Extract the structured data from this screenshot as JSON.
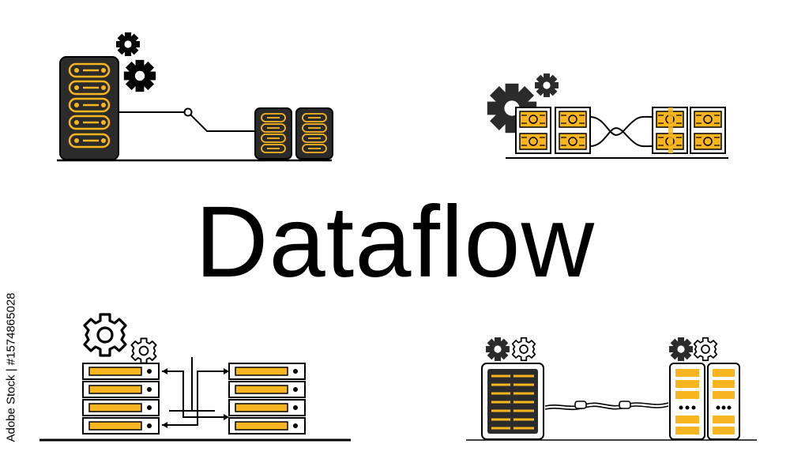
{
  "title": "Dataflow",
  "stock_id": "Adobe Stock | #1574865028",
  "colors": {
    "accent": "#f9b51f",
    "ink": "#000000",
    "panel": "#2b2b2b",
    "background": "#ffffff"
  },
  "scenes": [
    {
      "name": "main-server-to-two-servers",
      "icons": [
        "server-rack-icon",
        "gear-icon",
        "connector-line"
      ]
    },
    {
      "name": "gears-and-linked-servers",
      "icons": [
        "gear-icon",
        "server-block-icon",
        "connector-loop"
      ]
    },
    {
      "name": "two-racks-with-arrows",
      "icons": [
        "gear-icon",
        "server-rack-icon",
        "arrow-icon"
      ]
    },
    {
      "name": "two-towers-with-cable",
      "icons": [
        "gear-icon",
        "server-tower-icon",
        "cable-icon"
      ]
    }
  ]
}
